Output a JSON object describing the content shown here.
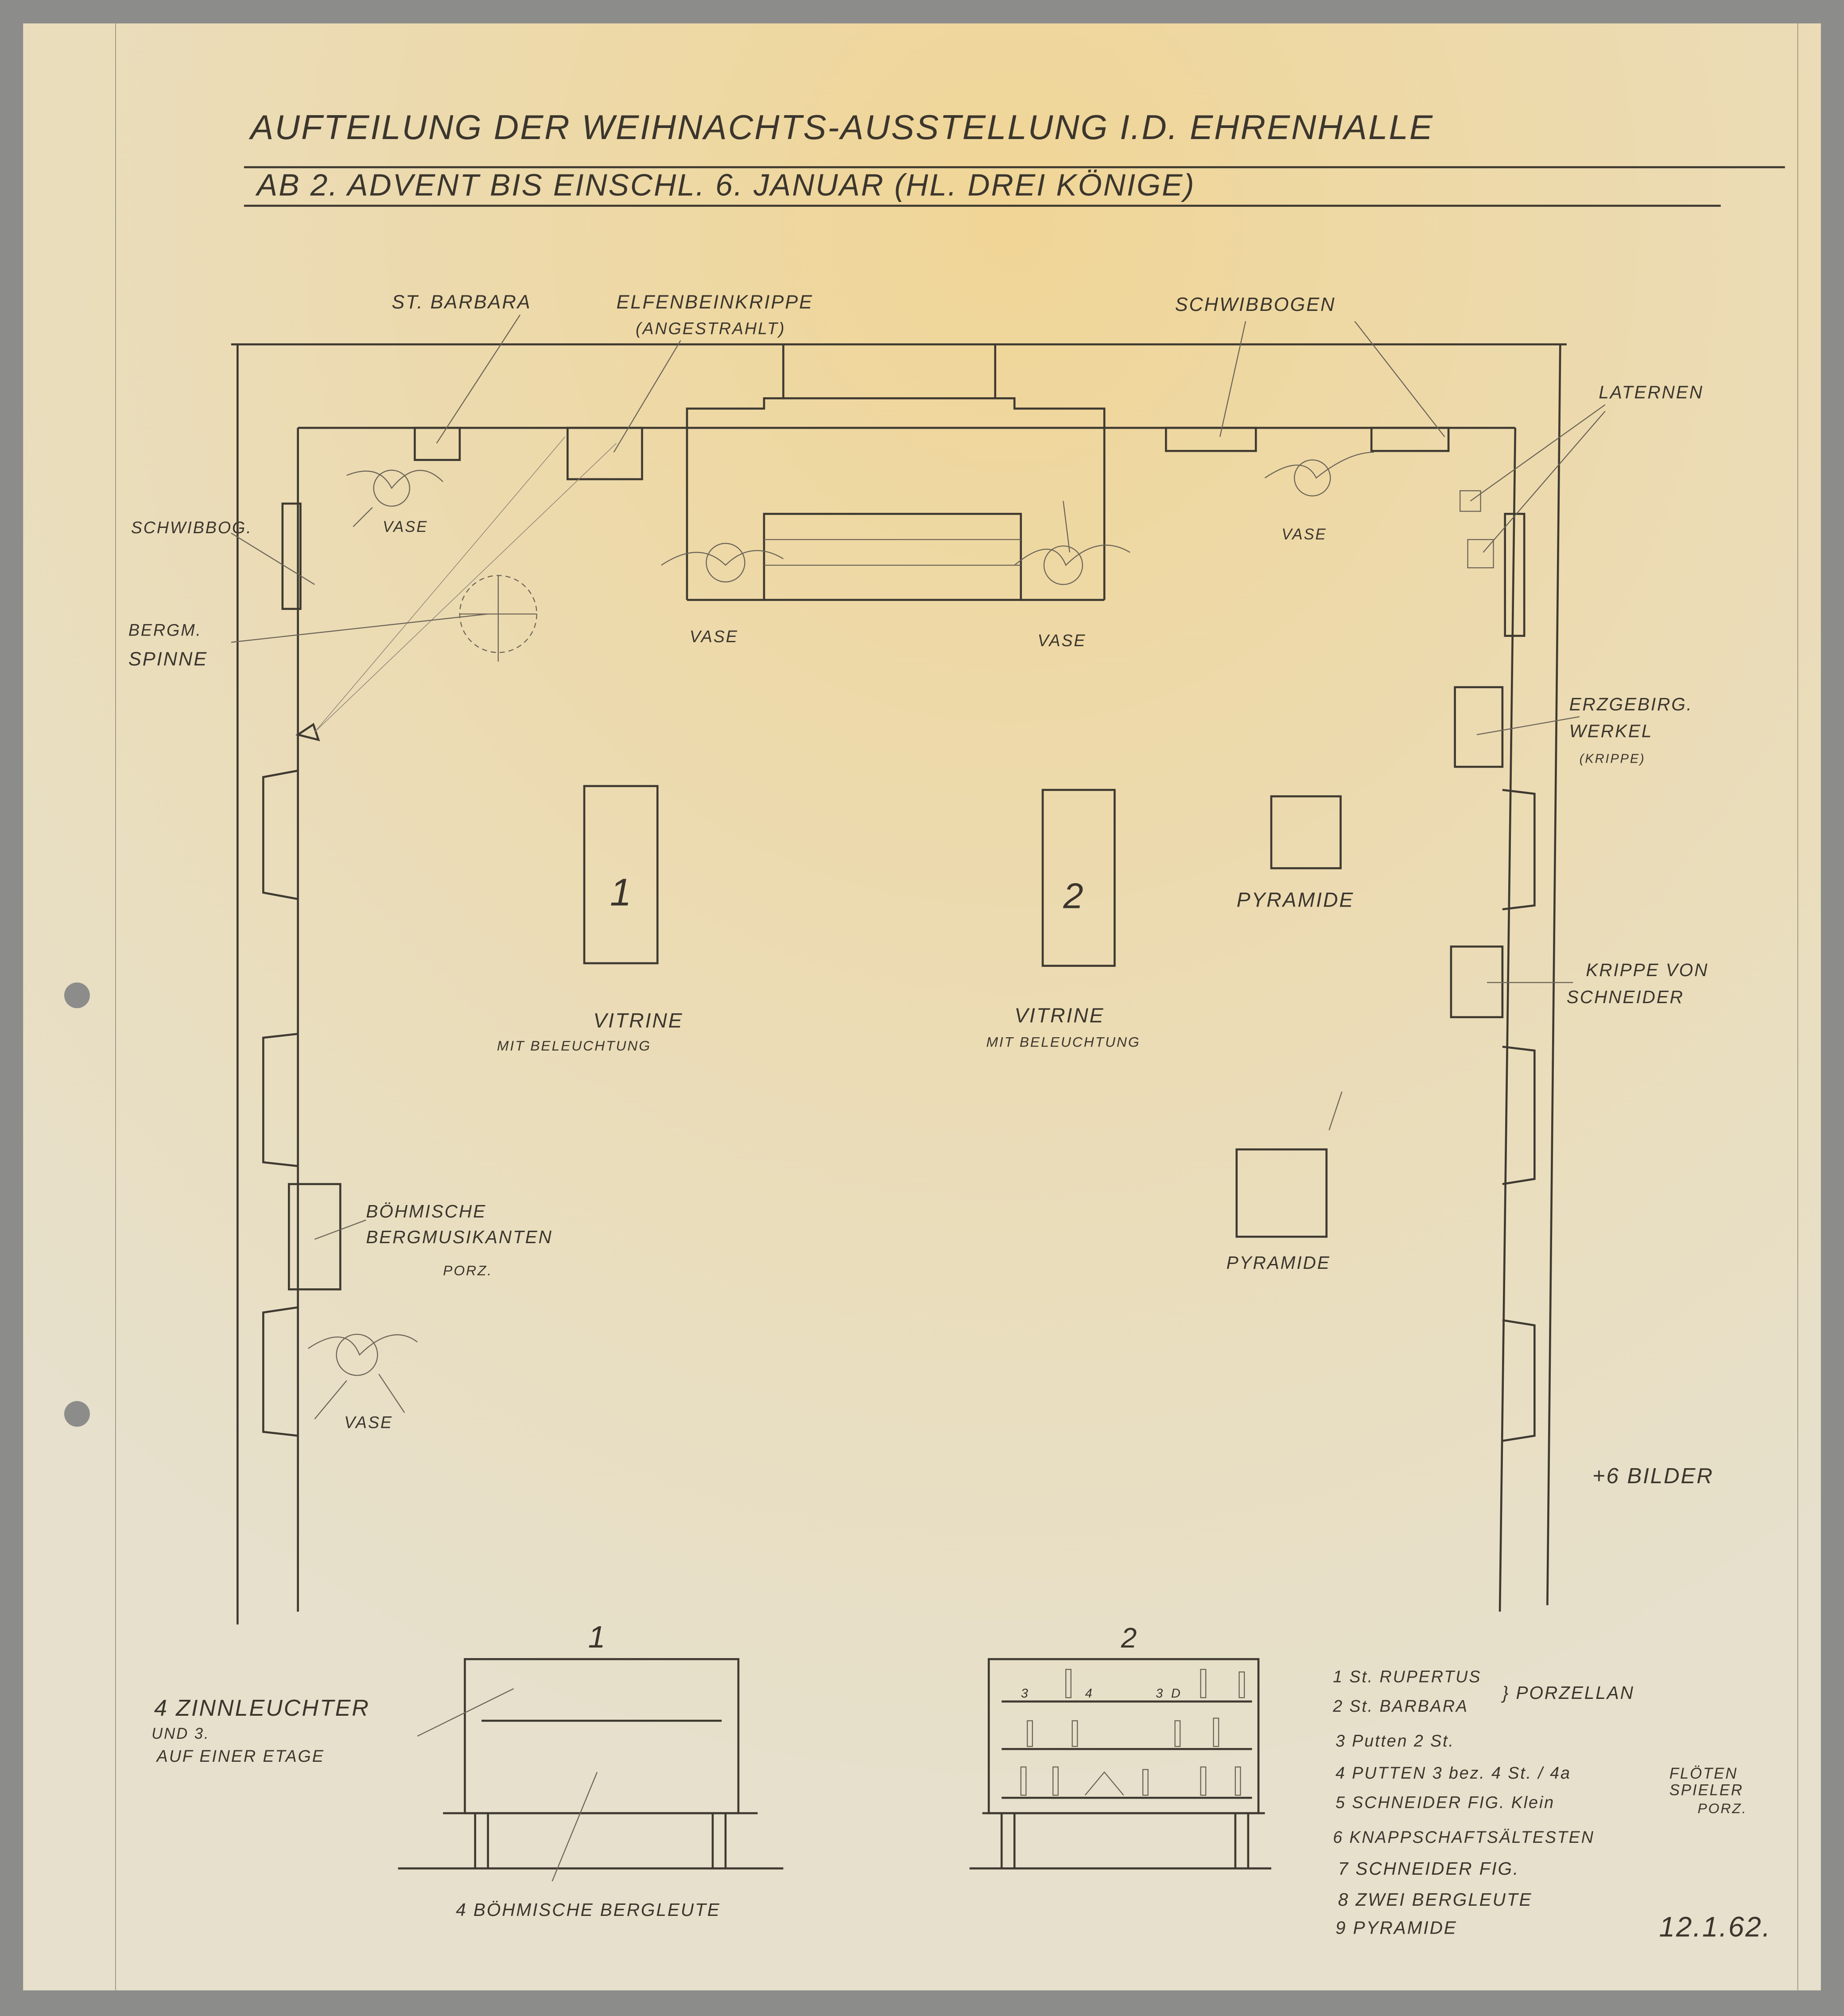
{
  "title": {
    "line1": "AUFTEILUNG DER WEIHNACHTS-AUSSTELLUNG I.D. EHRENHALLE",
    "line2": "AB 2. ADVENT BIS EINSCHL. 6. JANUAR (HL. DREI KÖNIGE)"
  },
  "labels": {
    "st_barbara": "ST. BARBARA",
    "elfenbeinkrippe": "ELFENBEINKRIPPE",
    "angestrahlt": "(ANGESTRAHLT)",
    "schwibbogen_top": "SCHWIBBOGEN",
    "laternen": "LATERNEN",
    "schwibbogen_left": "SCHWIBBOG.",
    "bergm": "BERGM.",
    "spinne": "SPINNE",
    "vase": "VASE",
    "erzgebirg": "ERZGEBIRG.",
    "werkel": "WERKEL",
    "krippe_small": "(KRIPPE)",
    "vitrine_1_number": "1",
    "vitrine_2_number": "2",
    "vitrine": "VITRINE",
    "mit_beleuchtung": "MIT BELEUCHTUNG",
    "pyramide": "PYRAMIDE",
    "krippe_von": "KRIPPE VON",
    "schneider": "SCHNEIDER",
    "boehmische": "BÖHMISCHE",
    "bergmusikanten": "BERGMUSIKANTEN",
    "porz": "PORZ.",
    "bilder": "+6 BILDER"
  },
  "elevations": {
    "vitrine_1": {
      "number": "1",
      "note_line1": "4 ZINNLEUCHTER",
      "note_line2": "UND 3.",
      "note_line3": "AUF EINER ETAGE",
      "bottom_note": "4 BÖHMISCHE BERGLEUTE"
    },
    "vitrine_2": {
      "number": "2",
      "shelf_numbers": [
        "3",
        "4",
        "3",
        "D"
      ]
    }
  },
  "legend": {
    "items": [
      "1 St. RUPERTUS",
      "2 St. BARBARA",
      "3 Putten 2 St.",
      "4 PUTTEN 3 bez. 4 St. / 4a",
      "5 SCHNEIDER FIG. Klein",
      "6 KNAPPSCHAFTSÄLTESTEN",
      "7 SCHNEIDER FIG.",
      "8 ZWEI BERGLEUTE",
      "9 PYRAMIDE"
    ],
    "porzellan": "} PORZELLAN",
    "floeten_1": "FLÖTEN",
    "floeten_2": "SPIELER",
    "floeten_3": "PORZ."
  },
  "date": "12.1.62.",
  "colors": {
    "paper": "#e9e2cc",
    "paper_warm": "#efd79c",
    "pencil": "#3b362d",
    "frame": "#8c8c8a"
  }
}
